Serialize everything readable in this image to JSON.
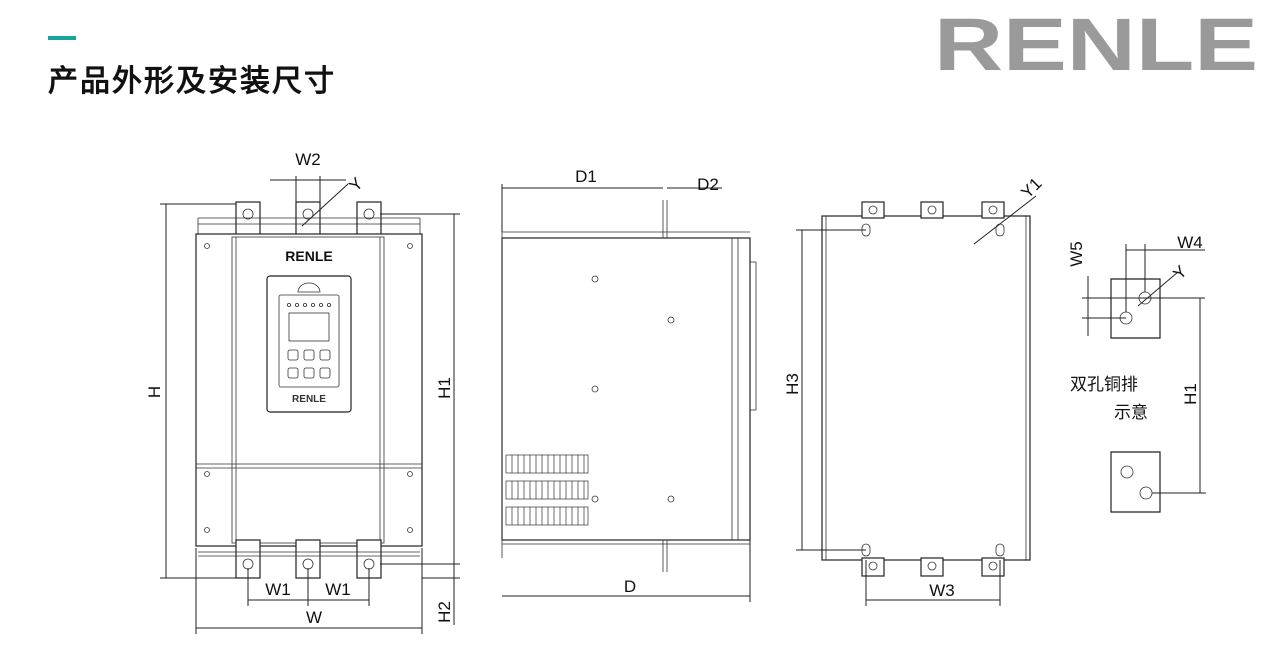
{
  "header": {
    "title": "产品外形及安装尺寸",
    "brand": "RENLE",
    "accent_color": "#1aa39a",
    "brand_color": "#9a9a9a"
  },
  "front_view": {
    "panel_brand": "RENLE",
    "keypad_brand": "RENLE",
    "labels": {
      "w2": "W2",
      "y": "Y",
      "h": "H",
      "h1": "H1",
      "w1a": "W1",
      "w1b": "W1",
      "w": "W",
      "h2": "H2"
    }
  },
  "side_view": {
    "labels": {
      "d1": "D1",
      "d2": "D2",
      "d": "D"
    }
  },
  "rear_view": {
    "labels": {
      "y1": "Y1",
      "h3": "H3",
      "w3": "W3"
    }
  },
  "busbar_view": {
    "labels": {
      "w5": "W5",
      "w4": "W4",
      "y": "Y",
      "h1": "H1"
    },
    "caption_line1": "双孔铜排",
    "caption_line2": "示意"
  }
}
